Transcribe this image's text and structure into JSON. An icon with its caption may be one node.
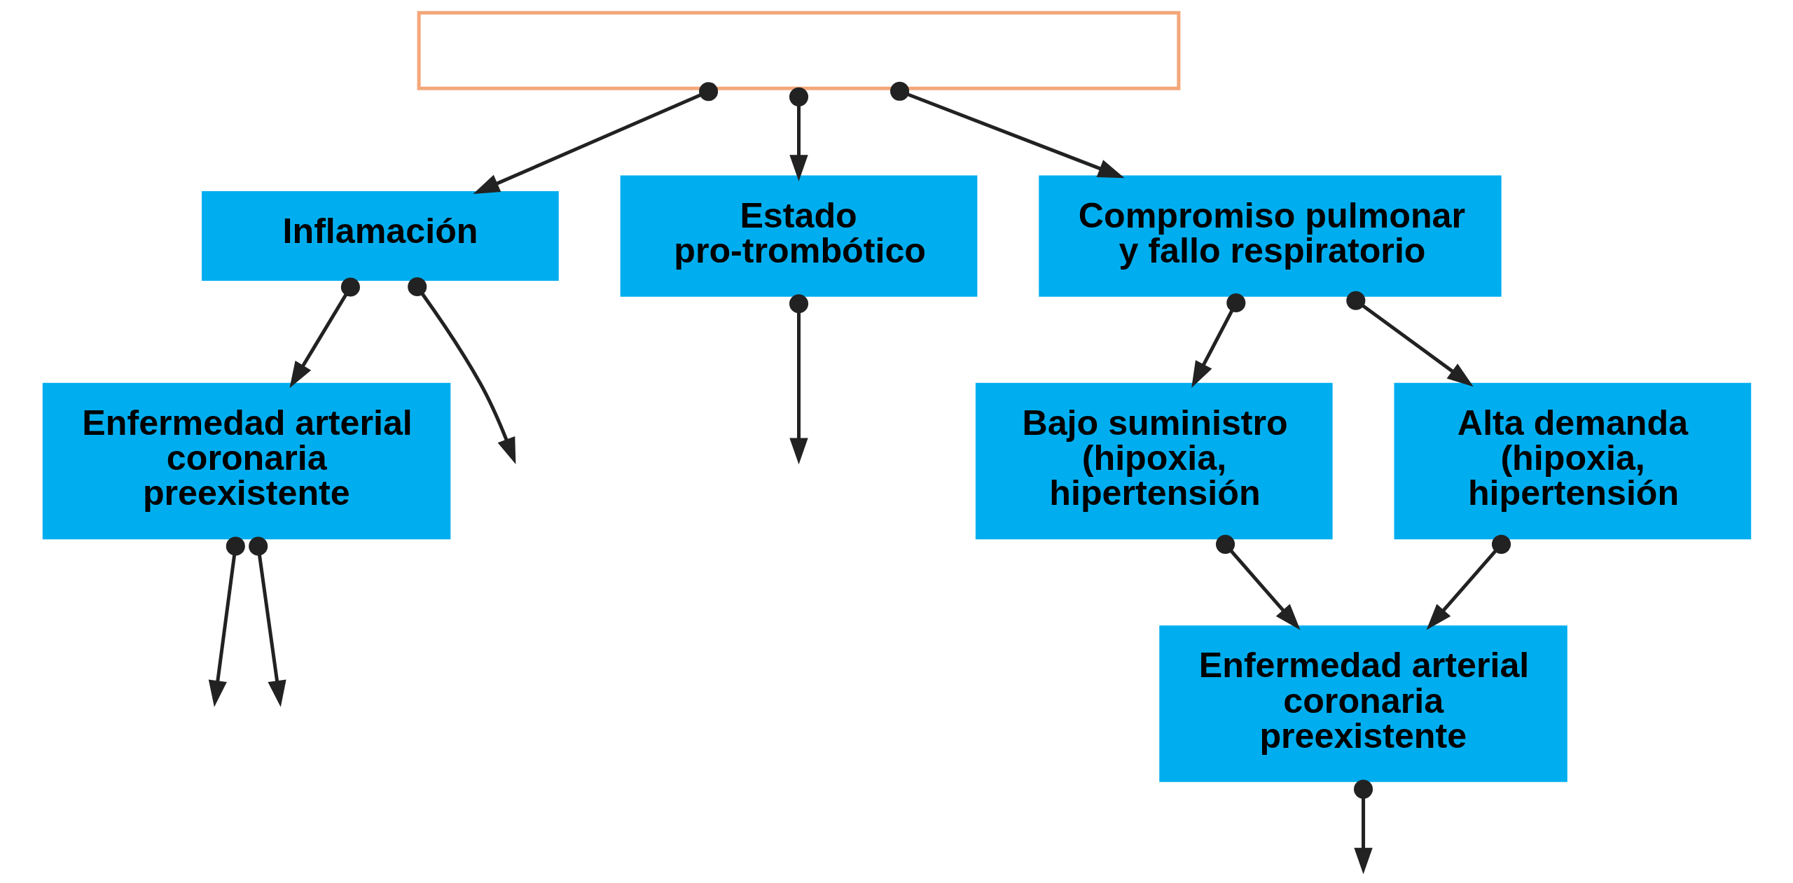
{
  "diagram": {
    "nodes": [
      {
        "text": [],
        "shape": "box"
      },
      {
        "text": [
          "Inflamación"
        ]
      },
      {
        "text": [
          "Estado pro-trombótico"
        ]
      },
      {
        "text": [
          "Compromiso pulmonar y fallo respiratorio"
        ]
      },
      {
        "text": [
          "Bajo suministro (hipoxia, hipertensión"
        ]
      },
      {
        "text": [
          "Alta demanda (hipoxia, hipertensión"
        ]
      },
      {
        "text": [
          "Enfermedad arterial coronaria preexistente"
        ]
      },
      {
        "text": [
          "Enfermedad arterial coronaria preexistente"
        ]
      }
    ],
    "edges": [
      {
        "from": 0,
        "to": 1,
        "arrow": "to"
      },
      {
        "from": 0,
        "to": 2,
        "arrow": "to"
      },
      {
        "from": 0,
        "to": 3,
        "arrow": "to"
      },
      {
        "from": 1,
        "to": null,
        "arrow": "to"
      },
      {
        "from": 1,
        "to": 6,
        "arrow": "to"
      },
      {
        "from": 2,
        "to": null,
        "arrow": "to"
      },
      {
        "from": 3,
        "to": 4,
        "arrow": "to"
      },
      {
        "from": 3,
        "to": 5,
        "arrow": "to"
      },
      {
        "from": 4,
        "to": 7,
        "arrow": "to"
      },
      {
        "from": 5,
        "to": 7,
        "arrow": "to"
      },
      {
        "from": 6,
        "to": null,
        "arrow": "to"
      },
      {
        "from": 6,
        "to": null,
        "arrow": "to"
      },
      {
        "from": 7,
        "to": null,
        "arrow": "to"
      }
    ]
  }
}
